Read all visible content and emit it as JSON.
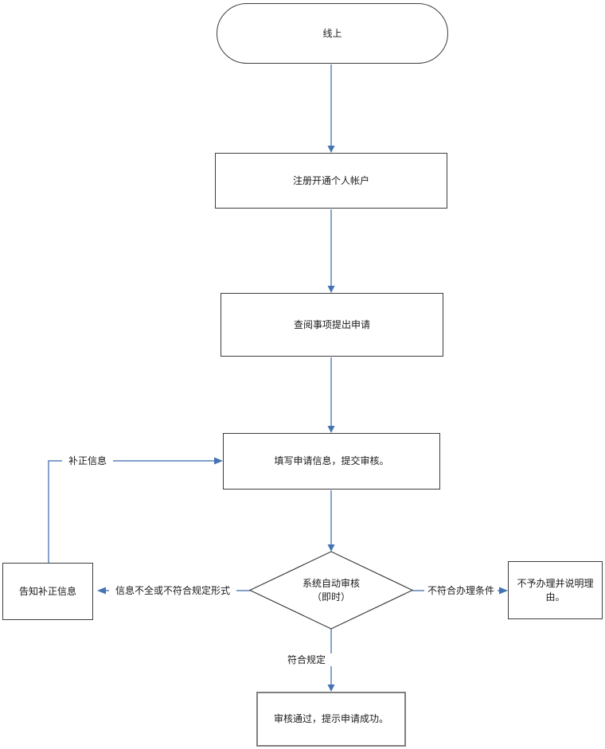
{
  "diagram": {
    "type": "flowchart",
    "nodes": {
      "start": {
        "shape": "terminator",
        "label": "线上"
      },
      "register": {
        "shape": "process",
        "label": "注册开通个人帐户"
      },
      "browse": {
        "shape": "process",
        "label": "查阅事项提出申请"
      },
      "fill": {
        "shape": "process",
        "label": "填写申请信息，提交审核。"
      },
      "decision": {
        "shape": "decision",
        "line1": "系统自动审核",
        "line2": "（即时）"
      },
      "notify": {
        "shape": "process",
        "label": "告知补正信息"
      },
      "reject": {
        "shape": "process",
        "label": "不予办理并说明理由。"
      },
      "success": {
        "shape": "process",
        "label": "审核通过，提示申请成功。"
      }
    },
    "edges": [
      {
        "from": "start",
        "to": "register",
        "label": ""
      },
      {
        "from": "register",
        "to": "browse",
        "label": ""
      },
      {
        "from": "browse",
        "to": "fill",
        "label": ""
      },
      {
        "from": "fill",
        "to": "decision",
        "label": ""
      },
      {
        "from": "decision",
        "to": "notify",
        "label": "信息不全或不符合规定形式"
      },
      {
        "from": "decision",
        "to": "reject",
        "label": "不符合办理条件"
      },
      {
        "from": "decision",
        "to": "success",
        "label": "符合规定"
      },
      {
        "from": "notify",
        "to": "fill",
        "label": "补正信息"
      }
    ],
    "colors": {
      "connector_line": "#7292c3",
      "connector_arrow": "#4473b4",
      "shape_border": "#3d3d3d",
      "success_border": "#808080",
      "text": "#1a1a1a",
      "background": "#ffffff"
    }
  }
}
